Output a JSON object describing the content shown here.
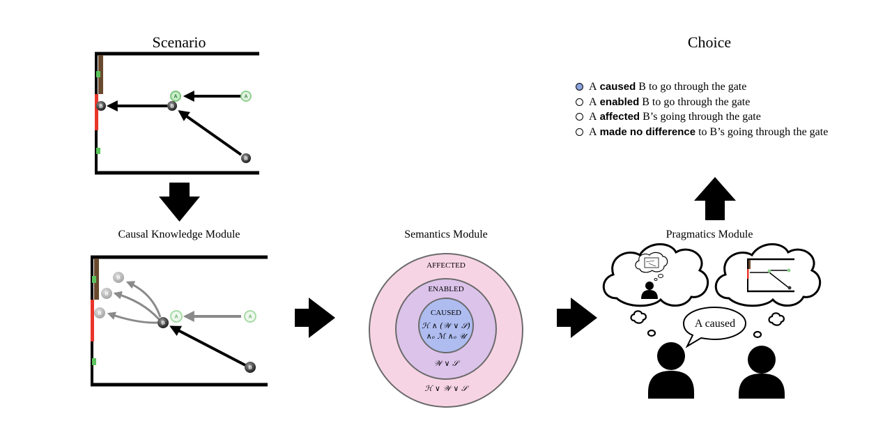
{
  "titles": {
    "scenario": "Scenario",
    "choice": "Choice",
    "causal": "Causal Knowledge Module",
    "semantics": "Semantics Module",
    "pragmatics": "Pragmatics Module"
  },
  "choices": [
    {
      "pre": "A",
      "verb": "caused",
      "post": "B to go through the gate",
      "selected": true
    },
    {
      "pre": "A",
      "verb": "enabled",
      "post": "B to go through the gate",
      "selected": false
    },
    {
      "pre": "A",
      "verb": "affected",
      "post": "B’s going through the gate",
      "selected": false
    },
    {
      "pre": "A",
      "verb": "made no difference",
      "post": "to B’s going through the gate",
      "selected": false
    }
  ],
  "ball_labels": {
    "a": "A",
    "b": "B"
  },
  "semantics": {
    "affected_label": "AFFECTED",
    "enabled_label": "ENABLED",
    "caused_label": "CAUSED",
    "caused_formula_1": "ℋ ∧ (𝒲 ∨ 𝒮)",
    "caused_formula_2": "∧ₒ ℳ ∧ₒ 𝒰",
    "enabled_formula": "𝒲 ∨ 𝒮",
    "affected_formula": "ℋ ∨ 𝒲 ∨ 𝒮"
  },
  "speech": "A caused",
  "colors": {
    "affected": "#f7d4e4",
    "enabled": "#dcc3ea",
    "caused": "#aebcf0",
    "ball_a": "#8fd08f",
    "gate": "#e8352b",
    "wall_brown": "#6a4a2e",
    "marker": "#5cc45c",
    "selected_radio": "#8da3e0"
  }
}
